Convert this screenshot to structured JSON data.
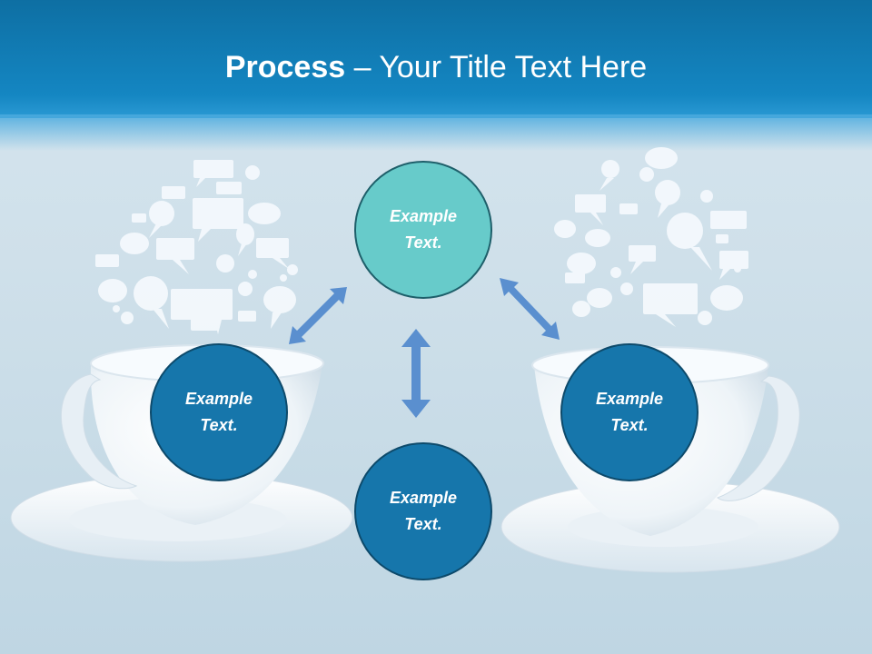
{
  "slide": {
    "title_bold": "Process",
    "title_rest": " – Your Title Text Here"
  },
  "circles": {
    "top": {
      "text": "Example\nText.",
      "color": "#67cbca"
    },
    "left": {
      "text": "Example\nText.",
      "color": "#1676ab"
    },
    "right": {
      "text": "Example\nText.",
      "color": "#1676ab"
    },
    "bottom": {
      "text": "Example\nText.",
      "color": "#1676ab"
    }
  },
  "colors": {
    "header": "#1486c2",
    "arrow": "#5a8fcf",
    "background": "#cfe0ea"
  },
  "icons": [
    "speech-bubbles-cloud-left",
    "speech-bubbles-cloud-right",
    "teacup-left",
    "teacup-right",
    "double-arrow"
  ]
}
